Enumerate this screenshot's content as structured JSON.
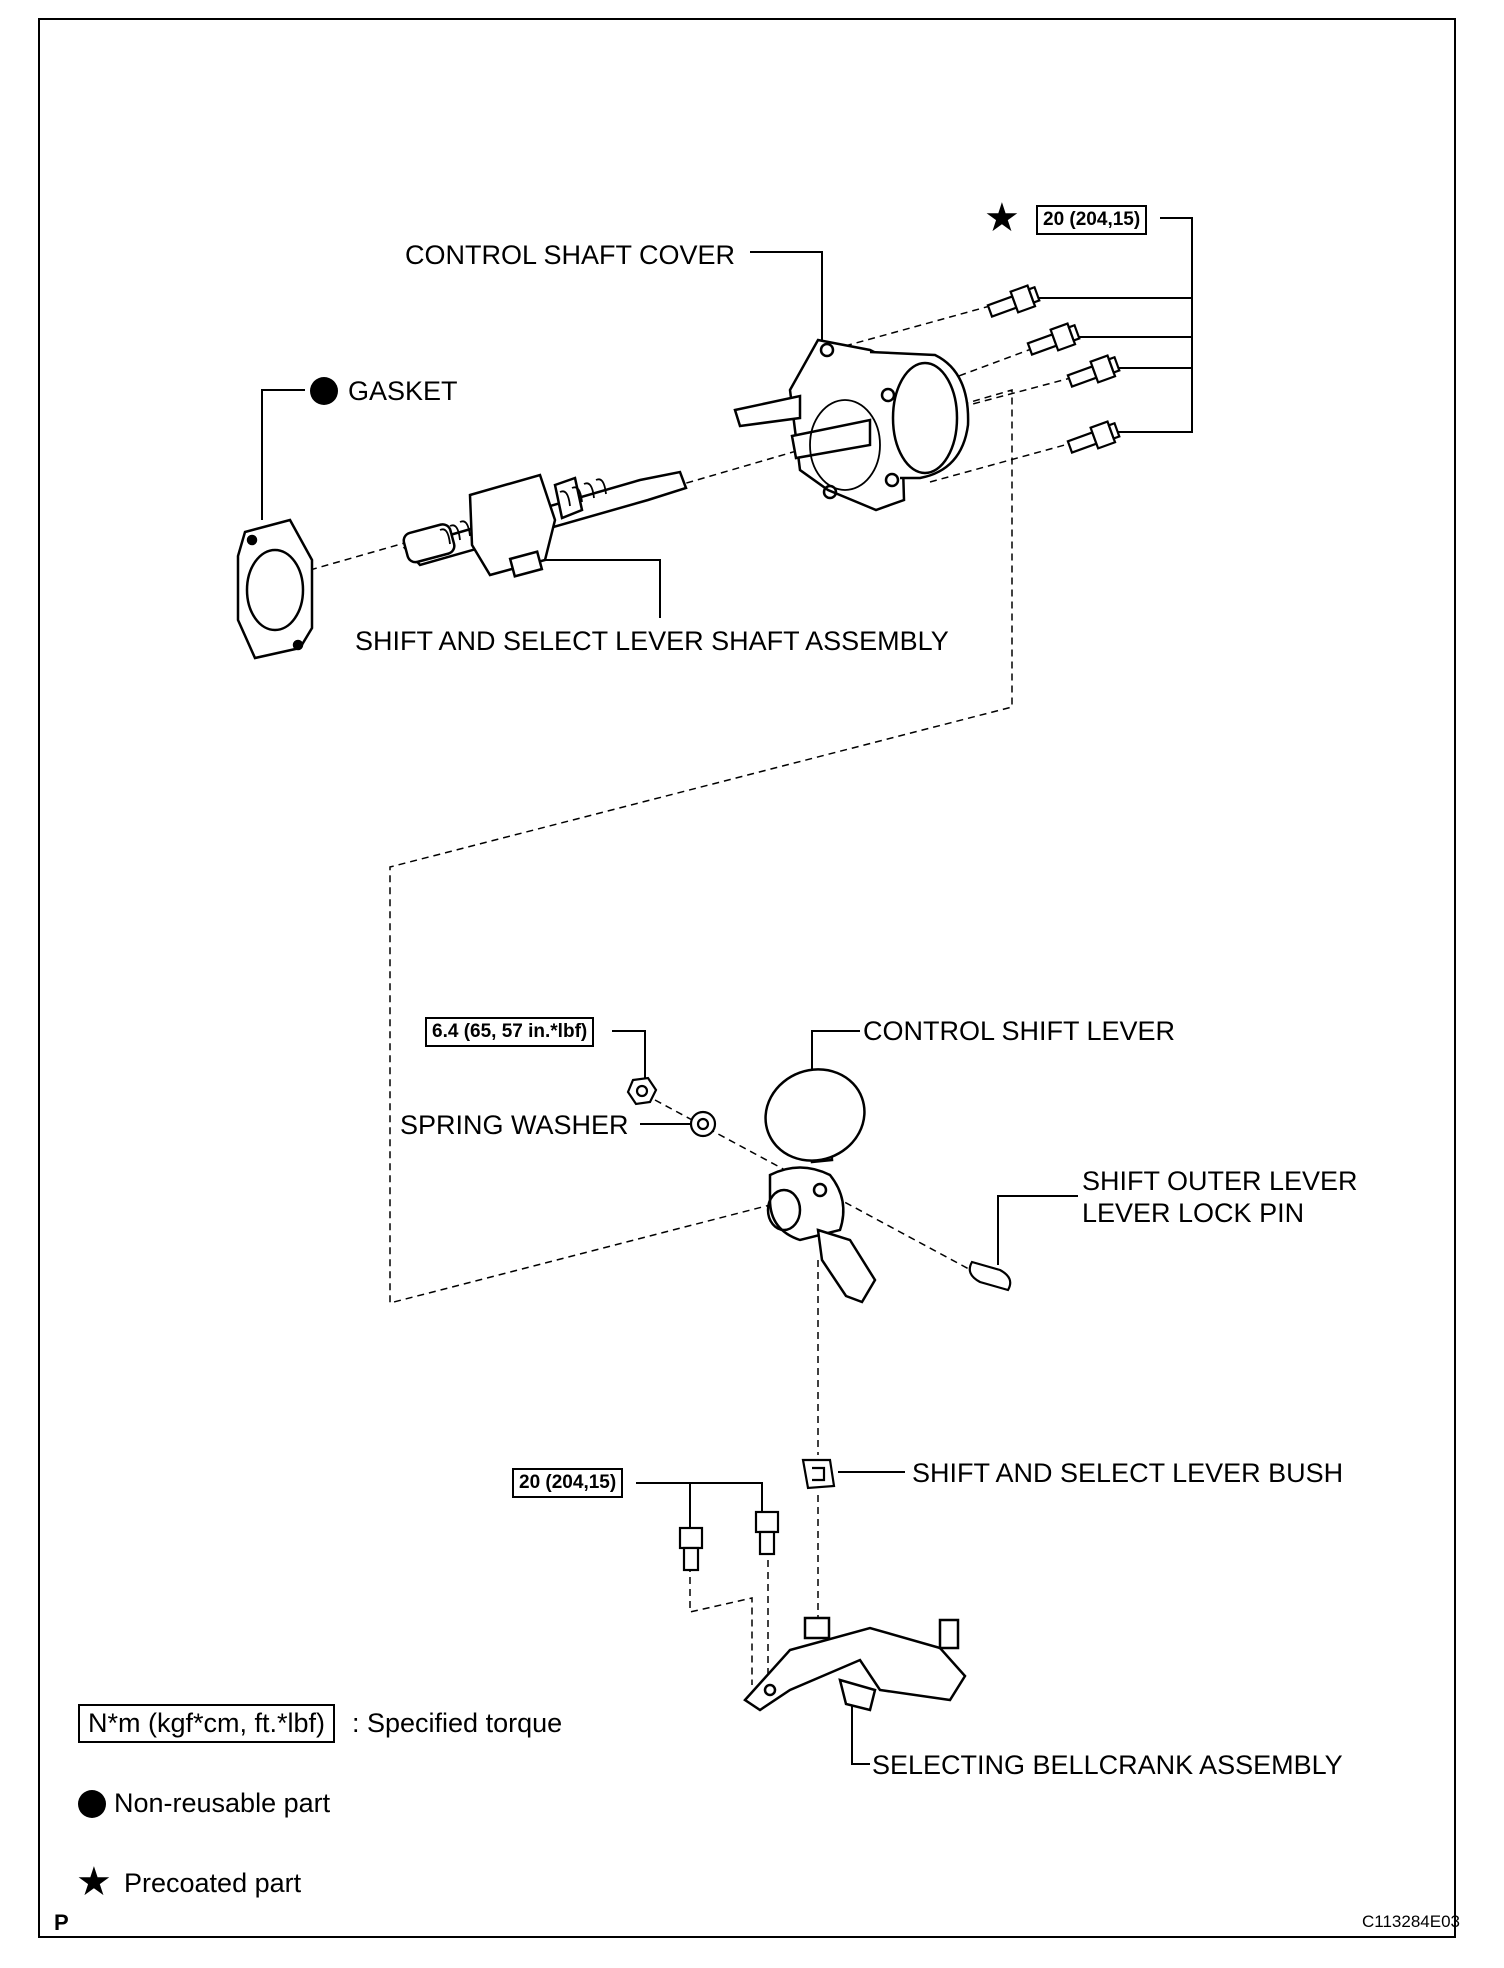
{
  "labels": {
    "control_shaft_cover": "CONTROL SHAFT COVER",
    "gasket": "GASKET",
    "shift_select_shaft": "SHIFT AND SELECT LEVER SHAFT ASSEMBLY",
    "control_shift_lever": "CONTROL SHIFT LEVER",
    "spring_washer": "SPRING WASHER",
    "lock_pin_line1": "SHIFT OUTER LEVER",
    "lock_pin_line2": "LEVER LOCK PIN",
    "lever_bush": "SHIFT AND SELECT LEVER BUSH",
    "bellcrank": "SELECTING BELLCRANK ASSEMBLY"
  },
  "torques": {
    "cover_bolts": "20 (204,15)",
    "lever_nut": "6.4 (65, 57 in.*lbf)",
    "bellcrank_bolts": "20 (204,15)"
  },
  "legend": {
    "torque_box": "N*m (kgf*cm, ft.*lbf)",
    "torque_text": ": Specified torque",
    "nonreusable": "Non-reusable part",
    "precoated": "Precoated part"
  },
  "footer": {
    "page_letter": "P",
    "figure_code": "C113284E03"
  }
}
